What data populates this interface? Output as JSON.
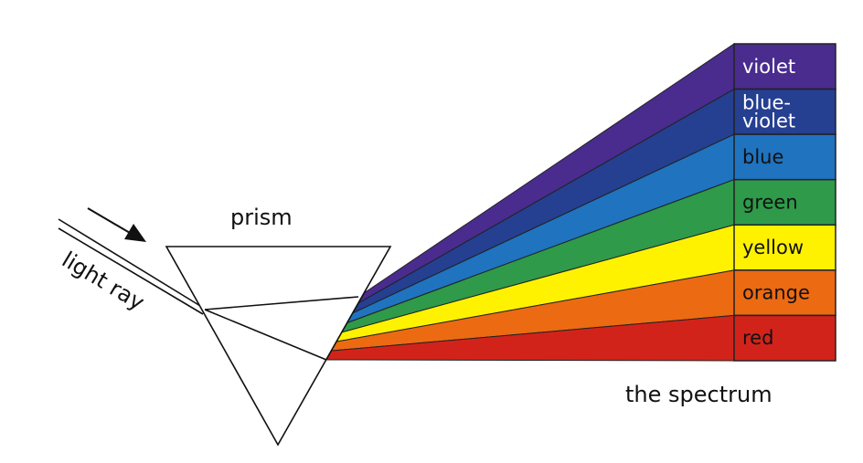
{
  "labels": {
    "prism": "prism",
    "light_ray": "light ray",
    "spectrum": "the spectrum"
  },
  "bands": [
    {
      "key": "violet",
      "lines": [
        "violet"
      ],
      "color": "#4a2c8f",
      "text_color": "#ffffff"
    },
    {
      "key": "blue-violet",
      "lines": [
        "blue-",
        "violet"
      ],
      "color": "#253f91",
      "text_color": "#ffffff"
    },
    {
      "key": "blue",
      "lines": [
        "blue"
      ],
      "color": "#1f73bf",
      "text_color": "#111111"
    },
    {
      "key": "green",
      "lines": [
        "green"
      ],
      "color": "#2e9a4a",
      "text_color": "#111111"
    },
    {
      "key": "yellow",
      "lines": [
        "yellow"
      ],
      "color": "#fff200",
      "text_color": "#111111"
    },
    {
      "key": "orange",
      "lines": [
        "orange"
      ],
      "color": "#ec6a12",
      "text_color": "#111111"
    },
    {
      "key": "red",
      "lines": [
        "red"
      ],
      "color": "#d2231b",
      "text_color": "#111111"
    }
  ]
}
